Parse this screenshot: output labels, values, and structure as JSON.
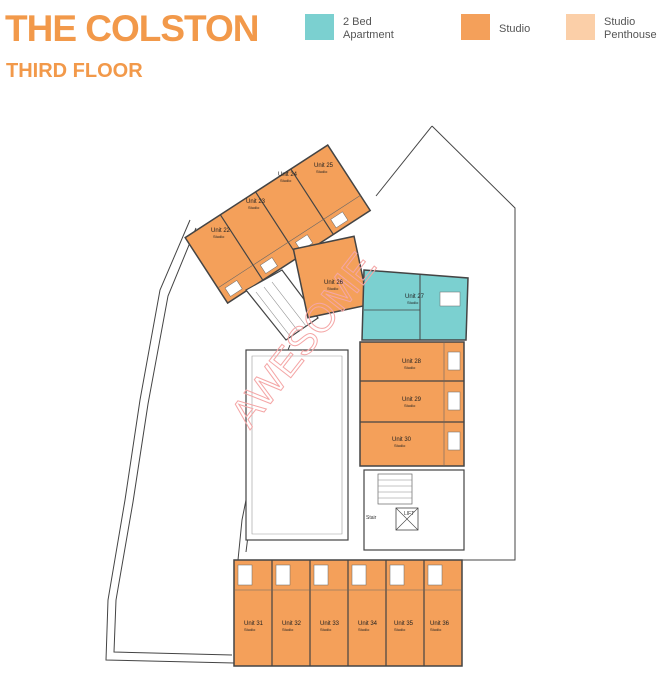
{
  "header": {
    "title": "THE COLSTON",
    "subtitle": "THIRD FLOOR"
  },
  "colors": {
    "title": "#f2994a",
    "two_bed": "#7bd0d0",
    "studio": "#f4a05a",
    "penthouse": "#fbcfa8",
    "walls": "#444444",
    "watermark": "#f4a6a6"
  },
  "legend": [
    {
      "label": "2 Bed\nApartment",
      "color": "#7bd0d0"
    },
    {
      "label": "Studio",
      "color": "#f4a05a"
    },
    {
      "label": "Studio\nPenthouse",
      "color": "#fbcfa8"
    }
  ],
  "units": [
    {
      "name": "Unit 22",
      "type": "Studio"
    },
    {
      "name": "Unit 23",
      "type": "Studio"
    },
    {
      "name": "Unit 24",
      "type": "Studio"
    },
    {
      "name": "Unit 25",
      "type": "Studio"
    },
    {
      "name": "Unit 26",
      "type": "Studio"
    },
    {
      "name": "Unit 27",
      "type": "Studio"
    },
    {
      "name": "Unit 28",
      "type": "Studio"
    },
    {
      "name": "Unit 29",
      "type": "Studio"
    },
    {
      "name": "Unit 30",
      "type": "Studio"
    },
    {
      "name": "Unit 31",
      "type": "Studio"
    },
    {
      "name": "Unit 32",
      "type": "Studio"
    },
    {
      "name": "Unit 33",
      "type": "Studio"
    },
    {
      "name": "Unit 34",
      "type": "Studio"
    },
    {
      "name": "Unit 35",
      "type": "Studio"
    },
    {
      "name": "Unit 36",
      "type": "Studio"
    }
  ],
  "labels": {
    "lift": "LIFT",
    "stair": "Stair",
    "watermark": "AWESOME"
  }
}
